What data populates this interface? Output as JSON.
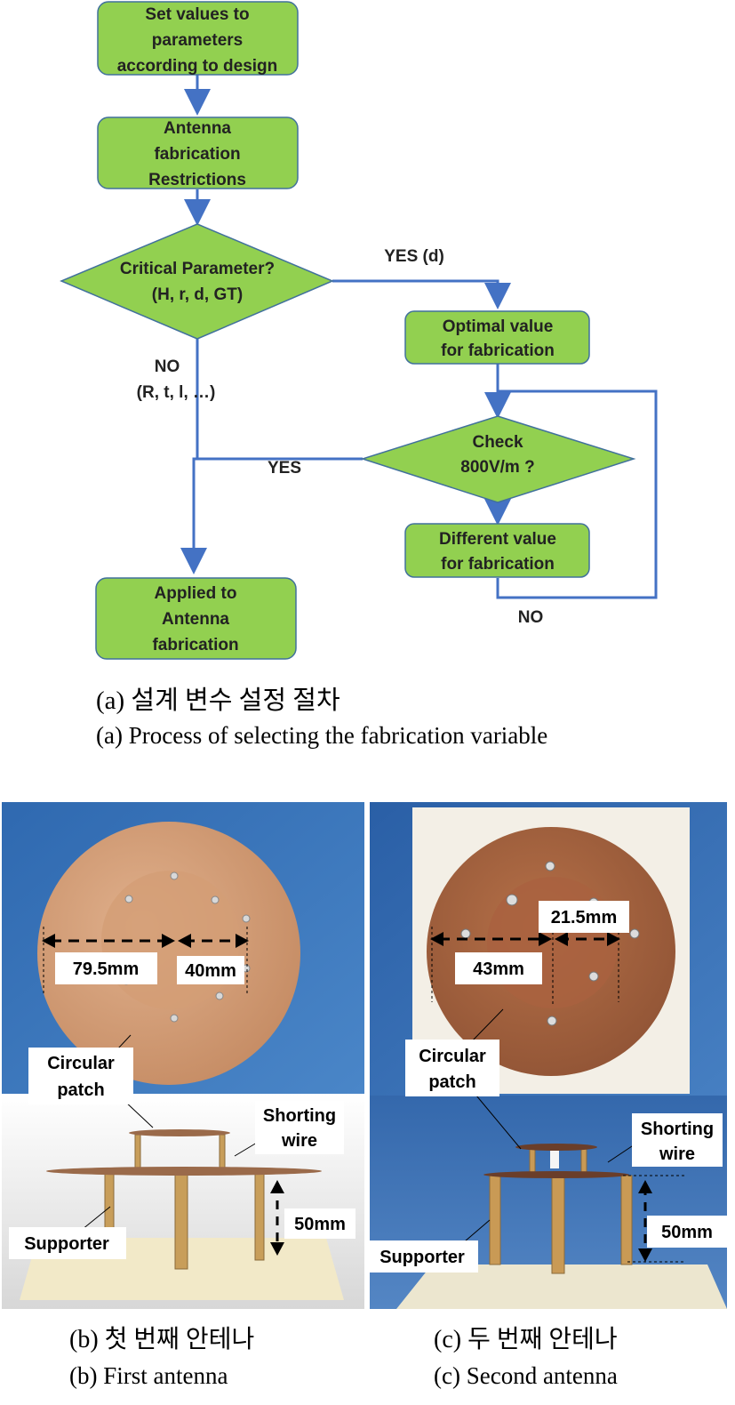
{
  "flowchart": {
    "start": [
      "Set values to",
      "parameters",
      "according to design"
    ],
    "restrictions": [
      "Antenna",
      "fabrication",
      "Restrictions"
    ],
    "decision1": [
      "Critical Parameter?",
      "(H, r, d, GT)"
    ],
    "yes1_label": "YES (d)",
    "no1_label": [
      "NO",
      "(R, t, l, …)"
    ],
    "optimal": [
      "Optimal value",
      "for fabrication"
    ],
    "decision2": [
      "Check",
      "800V/m ?"
    ],
    "yes2_label": "YES",
    "different": [
      "Different value",
      "for fabrication"
    ],
    "no2_label": "NO",
    "applied": [
      "Applied to",
      "Antenna",
      "fabrication"
    ]
  },
  "captions": {
    "a_korean": "(a) 설계 변수 설정 절차",
    "a_english": "(a) Process of selecting the fabrication variable",
    "b_korean": "(b) 첫 번째 안테나",
    "b_english": "(b) First antenna",
    "c_korean": "(c) 두 번째 안테나",
    "c_english": "(c) Second antenna"
  },
  "photo_b": {
    "dim1": "79.5mm",
    "dim2": "40mm",
    "patch_label": [
      "Circular",
      "patch"
    ],
    "shorting_label": [
      "Shorting",
      "wire"
    ],
    "height": "50mm",
    "supporter": "Supporter"
  },
  "photo_c": {
    "dim1": "43mm",
    "dim2": "21.5mm",
    "patch_label": [
      "Circular",
      "patch"
    ],
    "shorting_label": [
      "Shorting",
      "wire"
    ],
    "height": "50mm",
    "supporter": "Supporter"
  },
  "colors": {
    "box_fill": "#92d050",
    "box_stroke": "#41719c",
    "connector": "#4472c4",
    "background_blue": "#3a73b8",
    "copper": "#c98a5e"
  }
}
